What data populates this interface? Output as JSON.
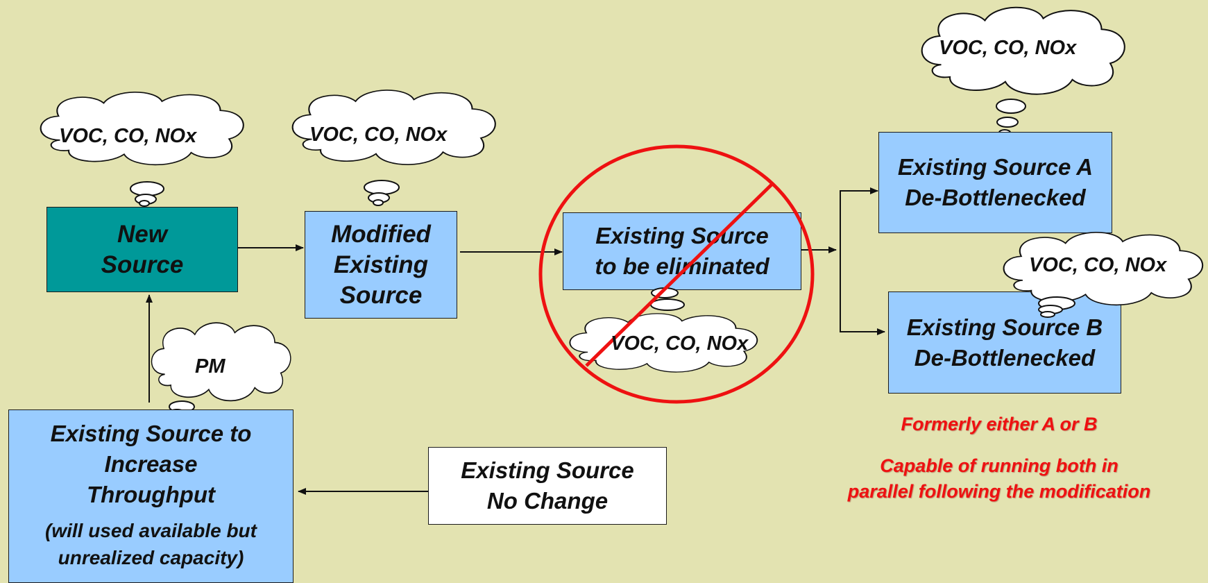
{
  "colors": {
    "background": "#e3e3b1",
    "box_blue": "#99ccff",
    "box_teal": "#009999",
    "box_white": "#ffffff",
    "cloud": "#ffffff",
    "elimination_mark": "#ee1111",
    "note_text": "#ee1111"
  },
  "boxes": {
    "new_source": {
      "lines": [
        "New",
        "Source"
      ]
    },
    "modified_existing_source": {
      "lines": [
        "Modified",
        "Existing",
        "Source"
      ]
    },
    "existing_source_eliminated": {
      "lines": [
        "Existing Source",
        "to be eliminated"
      ]
    },
    "existing_source_a": {
      "lines": [
        "Existing Source A",
        "De-Bottlenecked"
      ]
    },
    "existing_source_b": {
      "lines": [
        "Existing Source B",
        "De-Bottlenecked"
      ]
    },
    "existing_source_increase": {
      "lines": [
        "Existing Source to",
        "Increase",
        "Throughput"
      ],
      "subnote": [
        "(will used available but",
        "unrealized capacity)"
      ]
    },
    "existing_source_no_change": {
      "lines": [
        "Existing Source",
        "No Change"
      ]
    }
  },
  "clouds": {
    "new_source": "VOC, CO, NOx",
    "modified_source": "VOC, CO, NOx",
    "eliminated_source": "VOC, CO, NOx",
    "source_a": "VOC, CO, NOx",
    "source_b": "VOC, CO, NOx",
    "increase_source": "PM"
  },
  "notes": {
    "formerly": "Formerly either A or B",
    "capable": [
      "Capable of running both in",
      "parallel following the modification"
    ]
  }
}
